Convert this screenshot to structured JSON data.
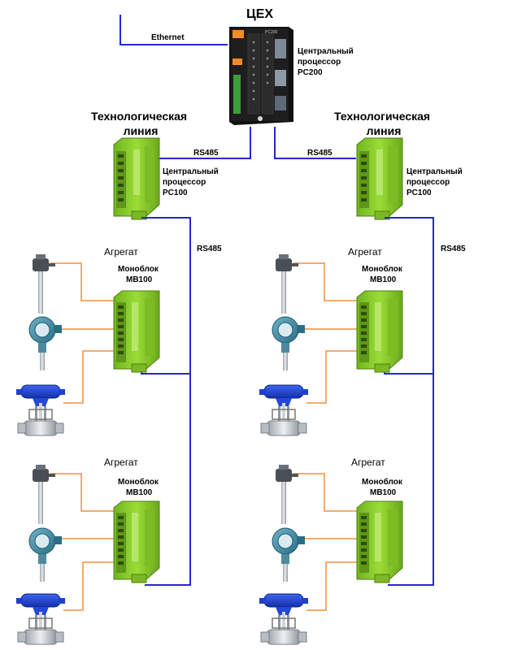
{
  "title": "ЦЕХ",
  "ethernet_label": "Ethernet",
  "pc200": {
    "caption": [
      "Центральный",
      "процессор",
      "PC200"
    ],
    "front_text": "PC200"
  },
  "lines": [
    {
      "heading": [
        "Технологическая",
        "линия"
      ],
      "rs485_top": "RS485",
      "rs485_bus": "RS485",
      "pc100_caption": [
        "Центральный",
        "процессор",
        "PC100"
      ],
      "aggregates": [
        {
          "label": "Агрегат",
          "mb_caption": [
            "Моноблок",
            "MB100"
          ]
        },
        {
          "label": "Агрегат",
          "mb_caption": [
            "Моноблок",
            "MB100"
          ]
        }
      ]
    },
    {
      "heading": [
        "Технологическая",
        "линия"
      ],
      "rs485_top": "RS485",
      "rs485_bus": "RS485",
      "pc100_caption": [
        "Центральный",
        "процессор",
        "PC100"
      ],
      "aggregates": [
        {
          "label": "Агрегат",
          "mb_caption": [
            "Моноблок",
            "MB100"
          ]
        },
        {
          "label": "Агрегат",
          "mb_caption": [
            "Моноблок",
            "MB100"
          ]
        }
      ]
    }
  ],
  "colors": {
    "bus": "#2626d8",
    "wire": "#f0913a",
    "module_green": "#8fd12e",
    "module_dark": "#5a8f18",
    "pc200_body": "#1b1b1b",
    "valve_blue": "#1f3fd1",
    "metal": "#c9cdd2"
  }
}
